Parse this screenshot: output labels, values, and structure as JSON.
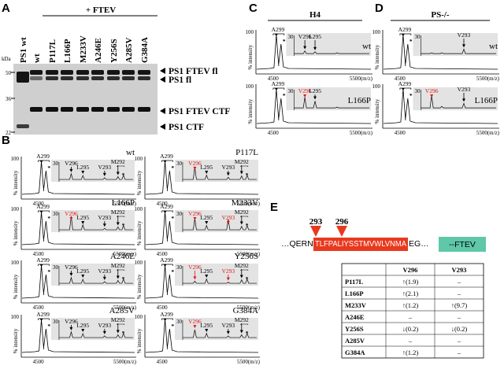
{
  "panels": {
    "A": {
      "label": "A",
      "lanes": [
        "PS1 wt",
        "wt",
        "P117L",
        "L166P",
        "M233V",
        "A246E",
        "Y256S",
        "A285V",
        "G384A"
      ],
      "group_label": "+ FTEV",
      "kda_label": "kDa",
      "markers": [
        "50",
        "36",
        "22"
      ],
      "band_labels": [
        "PS1 FTEV fl",
        "PS1 fl",
        "PS1 FTEV CTF",
        "PS1 CTF"
      ]
    },
    "B": {
      "label": "B",
      "spectra": [
        {
          "name": "wt",
          "red": []
        },
        {
          "name": "P117L",
          "red": [
            "V296"
          ]
        },
        {
          "name": "L166P",
          "red": [
            "V296"
          ]
        },
        {
          "name": "M233V",
          "red": [
            "V296",
            "V293"
          ]
        },
        {
          "name": "A246E",
          "red": []
        },
        {
          "name": "Y256S",
          "red": [
            "V296",
            "V293"
          ]
        },
        {
          "name": "A285V",
          "red": []
        },
        {
          "name": "G384A",
          "red": [
            "V296"
          ]
        }
      ]
    },
    "C": {
      "label": "C",
      "title": "H4",
      "spectra": [
        {
          "name": "wt",
          "red": []
        },
        {
          "name": "L166P",
          "red": [
            "V296"
          ]
        }
      ]
    },
    "D": {
      "label": "D",
      "title": "PS-/-",
      "spectra": [
        {
          "name": "wt",
          "red": []
        },
        {
          "name": "L166P",
          "red": [
            "V296"
          ]
        }
      ]
    },
    "E": {
      "label": "E",
      "positions": [
        "293",
        "296"
      ],
      "seq_prefix": "…QERNE",
      "seq_highlight": "TLFPALIYSSTMVWLVNMA",
      "seq_suffix": "EG…",
      "tag": "--FTEV",
      "table": {
        "headers": [
          "",
          "V296",
          "V293"
        ],
        "rows": [
          [
            "P117L",
            "↑(1.9)",
            "–"
          ],
          [
            "L166P",
            "↑(2.1)",
            "–"
          ],
          [
            "M233V",
            "↑(1.2)",
            "↑(9.7)"
          ],
          [
            "A246E",
            "–",
            "–"
          ],
          [
            "Y256S",
            "↓(0.2)",
            "↓(0.2)"
          ],
          [
            "A285V",
            "–",
            "–"
          ],
          [
            "G384A",
            "↑(1.2)",
            "–"
          ]
        ]
      }
    }
  },
  "spectrum_text": {
    "y_label": "% intensity",
    "y_max": "100",
    "inset_y_max": "30",
    "x_ticks": [
      "4500",
      "5500(m/z)"
    ],
    "peaks": [
      "A299",
      "V296",
      "L295",
      "V293",
      "M292"
    ],
    "star": "*"
  },
  "colors": {
    "highlight": "#e8391e",
    "tag": "#5ec8a8",
    "red_label": "#e01a1a"
  }
}
